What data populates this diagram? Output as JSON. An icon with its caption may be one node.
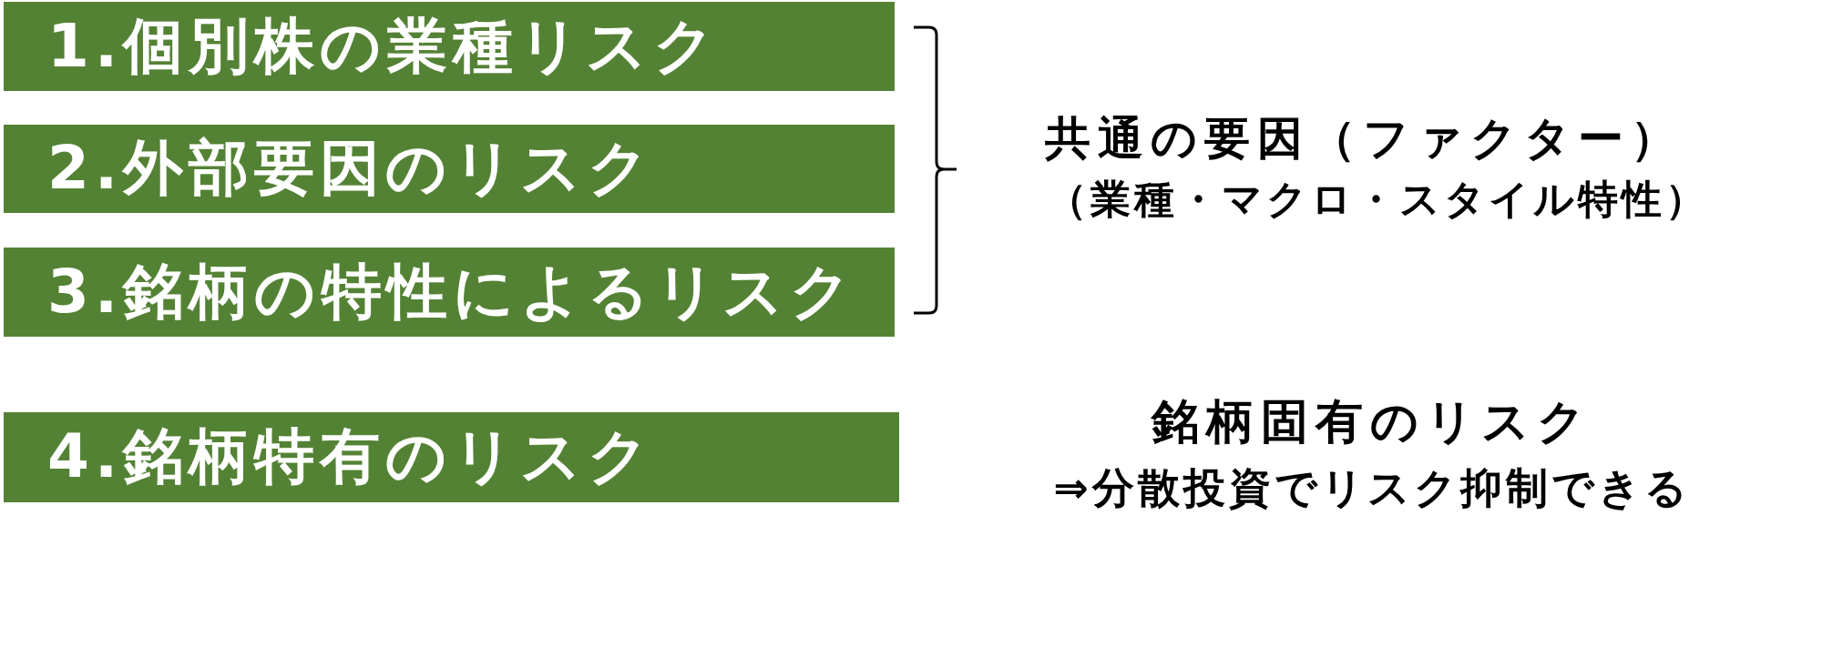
{
  "diagram": {
    "nodes": [
      {
        "text": [
          "1.個別株の業種リスク"
        ]
      },
      {
        "text": [
          "2.外部要因のリスク"
        ]
      },
      {
        "text": [
          "3.銘柄の特性によるリスク"
        ]
      },
      {
        "text": [
          "4.銘柄特有のリスク"
        ]
      }
    ],
    "labels": [
      "共通の要因（ファクター）",
      "（業種・マクロ・スタイル特性）",
      "銘柄固有のリスク",
      "⇒分散投資でリスク抑制できる"
    ]
  }
}
